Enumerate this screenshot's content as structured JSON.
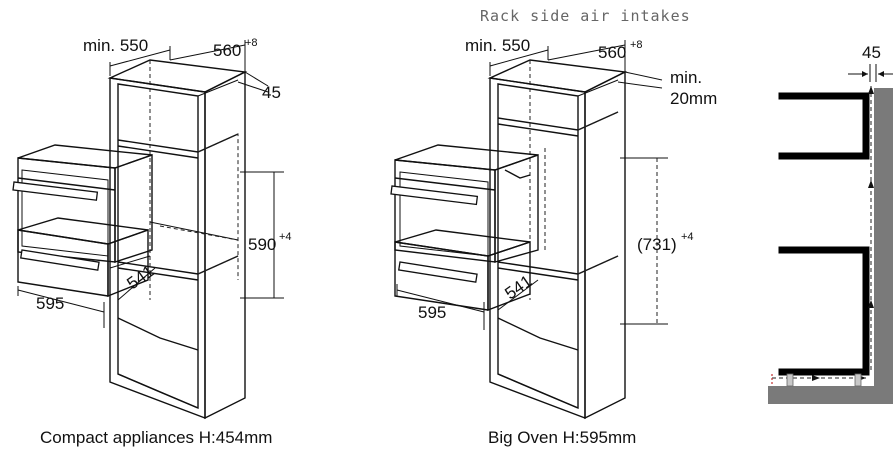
{
  "header": {
    "note": "Rack side air intakes"
  },
  "left": {
    "min_depth": "min. 550",
    "cab_depth": "560",
    "cab_depth_tol": "+8",
    "back_gap": "45",
    "niche_height": "590",
    "niche_height_tol": "+4",
    "width": "595",
    "small_label": "541",
    "caption": "Compact appliances H:454mm"
  },
  "middle": {
    "min_depth": "min. 550",
    "cab_depth": "560",
    "cab_depth_tol": "+8",
    "min_gap_line1": "min.",
    "min_gap_line2": "20mm",
    "niche_height": "(731)",
    "niche_height_tol": "+4",
    "width": "595",
    "small_label": "541",
    "caption": "Big Oven H:595mm"
  },
  "right": {
    "gap": "45"
  }
}
